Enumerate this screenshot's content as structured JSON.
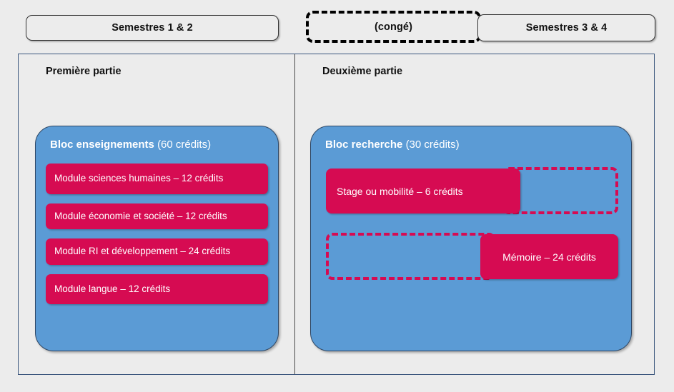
{
  "header": {
    "pills": [
      {
        "label": "Semestres 1 & 2",
        "style": "solid"
      },
      {
        "label": "(congé)",
        "style": "dashed"
      },
      {
        "label": "Semestres 3 & 4",
        "style": "solid"
      }
    ]
  },
  "columns": {
    "left": {
      "title": "Première partie",
      "bloc": {
        "name": "Bloc enseignements",
        "credits": "(60 crédits)",
        "modules": [
          {
            "label": "Module sciences humaines – 12 crédits"
          },
          {
            "label": "Module économie et société – 12 crédits"
          },
          {
            "label": "Module RI et développement – 24 crédits"
          },
          {
            "label": "Module langue – 12 crédits"
          }
        ]
      }
    },
    "right": {
      "title": "Deuxième partie",
      "bloc": {
        "name": "Bloc recherche",
        "credits": "(30 crédits)",
        "rows": [
          {
            "label": "Stage ou mobilité – 6 crédits",
            "chip_side": "left"
          },
          {
            "label": "Mémoire – 24 crédits",
            "chip_side": "right"
          }
        ]
      }
    }
  },
  "colors": {
    "blue_bloc": "#5B9BD5",
    "pink_module": "#D60B52",
    "panel_border": "#3B567D",
    "page_background": "#ECECEC",
    "text_light": "#FFFFFF",
    "text_dark": "#111111"
  }
}
